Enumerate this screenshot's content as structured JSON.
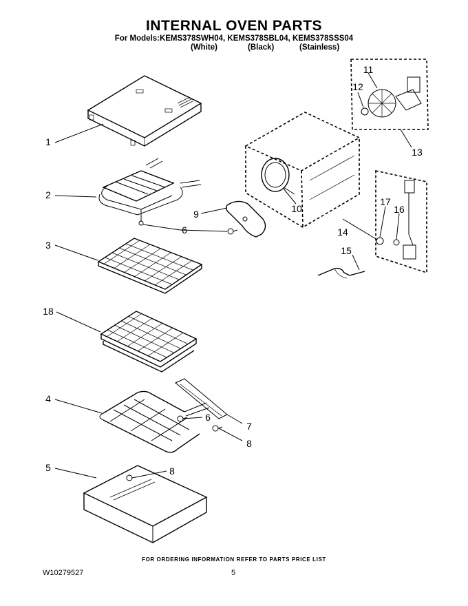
{
  "header": {
    "title": "INTERNAL OVEN PARTS",
    "models": "For Models:KEMS378SWH04, KEMS378SBL04, KEMS378SSS04",
    "finishes": [
      "(White)",
      "(Black)",
      "(Stainless)"
    ]
  },
  "callouts": [
    {
      "id": "callout-1",
      "label": "1"
    },
    {
      "id": "callout-2",
      "label": "2"
    },
    {
      "id": "callout-3",
      "label": "3"
    },
    {
      "id": "callout-18",
      "label": "18"
    },
    {
      "id": "callout-4",
      "label": "4"
    },
    {
      "id": "callout-5",
      "label": "5"
    },
    {
      "id": "callout-6a",
      "label": "6"
    },
    {
      "id": "callout-6b",
      "label": "6"
    },
    {
      "id": "callout-7",
      "label": "7"
    },
    {
      "id": "callout-8a",
      "label": "8"
    },
    {
      "id": "callout-8b",
      "label": "8"
    },
    {
      "id": "callout-9",
      "label": "9"
    },
    {
      "id": "callout-10",
      "label": "10"
    },
    {
      "id": "callout-11",
      "label": "11"
    },
    {
      "id": "callout-12",
      "label": "12"
    },
    {
      "id": "callout-13",
      "label": "13"
    },
    {
      "id": "callout-14",
      "label": "14"
    },
    {
      "id": "callout-15",
      "label": "15"
    },
    {
      "id": "callout-16",
      "label": "16"
    },
    {
      "id": "callout-17",
      "label": "17"
    }
  ],
  "footer": {
    "ordering_note": "FOR ORDERING INFORMATION REFER TO PARTS PRICE LIST",
    "doc_number": "W10279527",
    "page_number": "5"
  }
}
